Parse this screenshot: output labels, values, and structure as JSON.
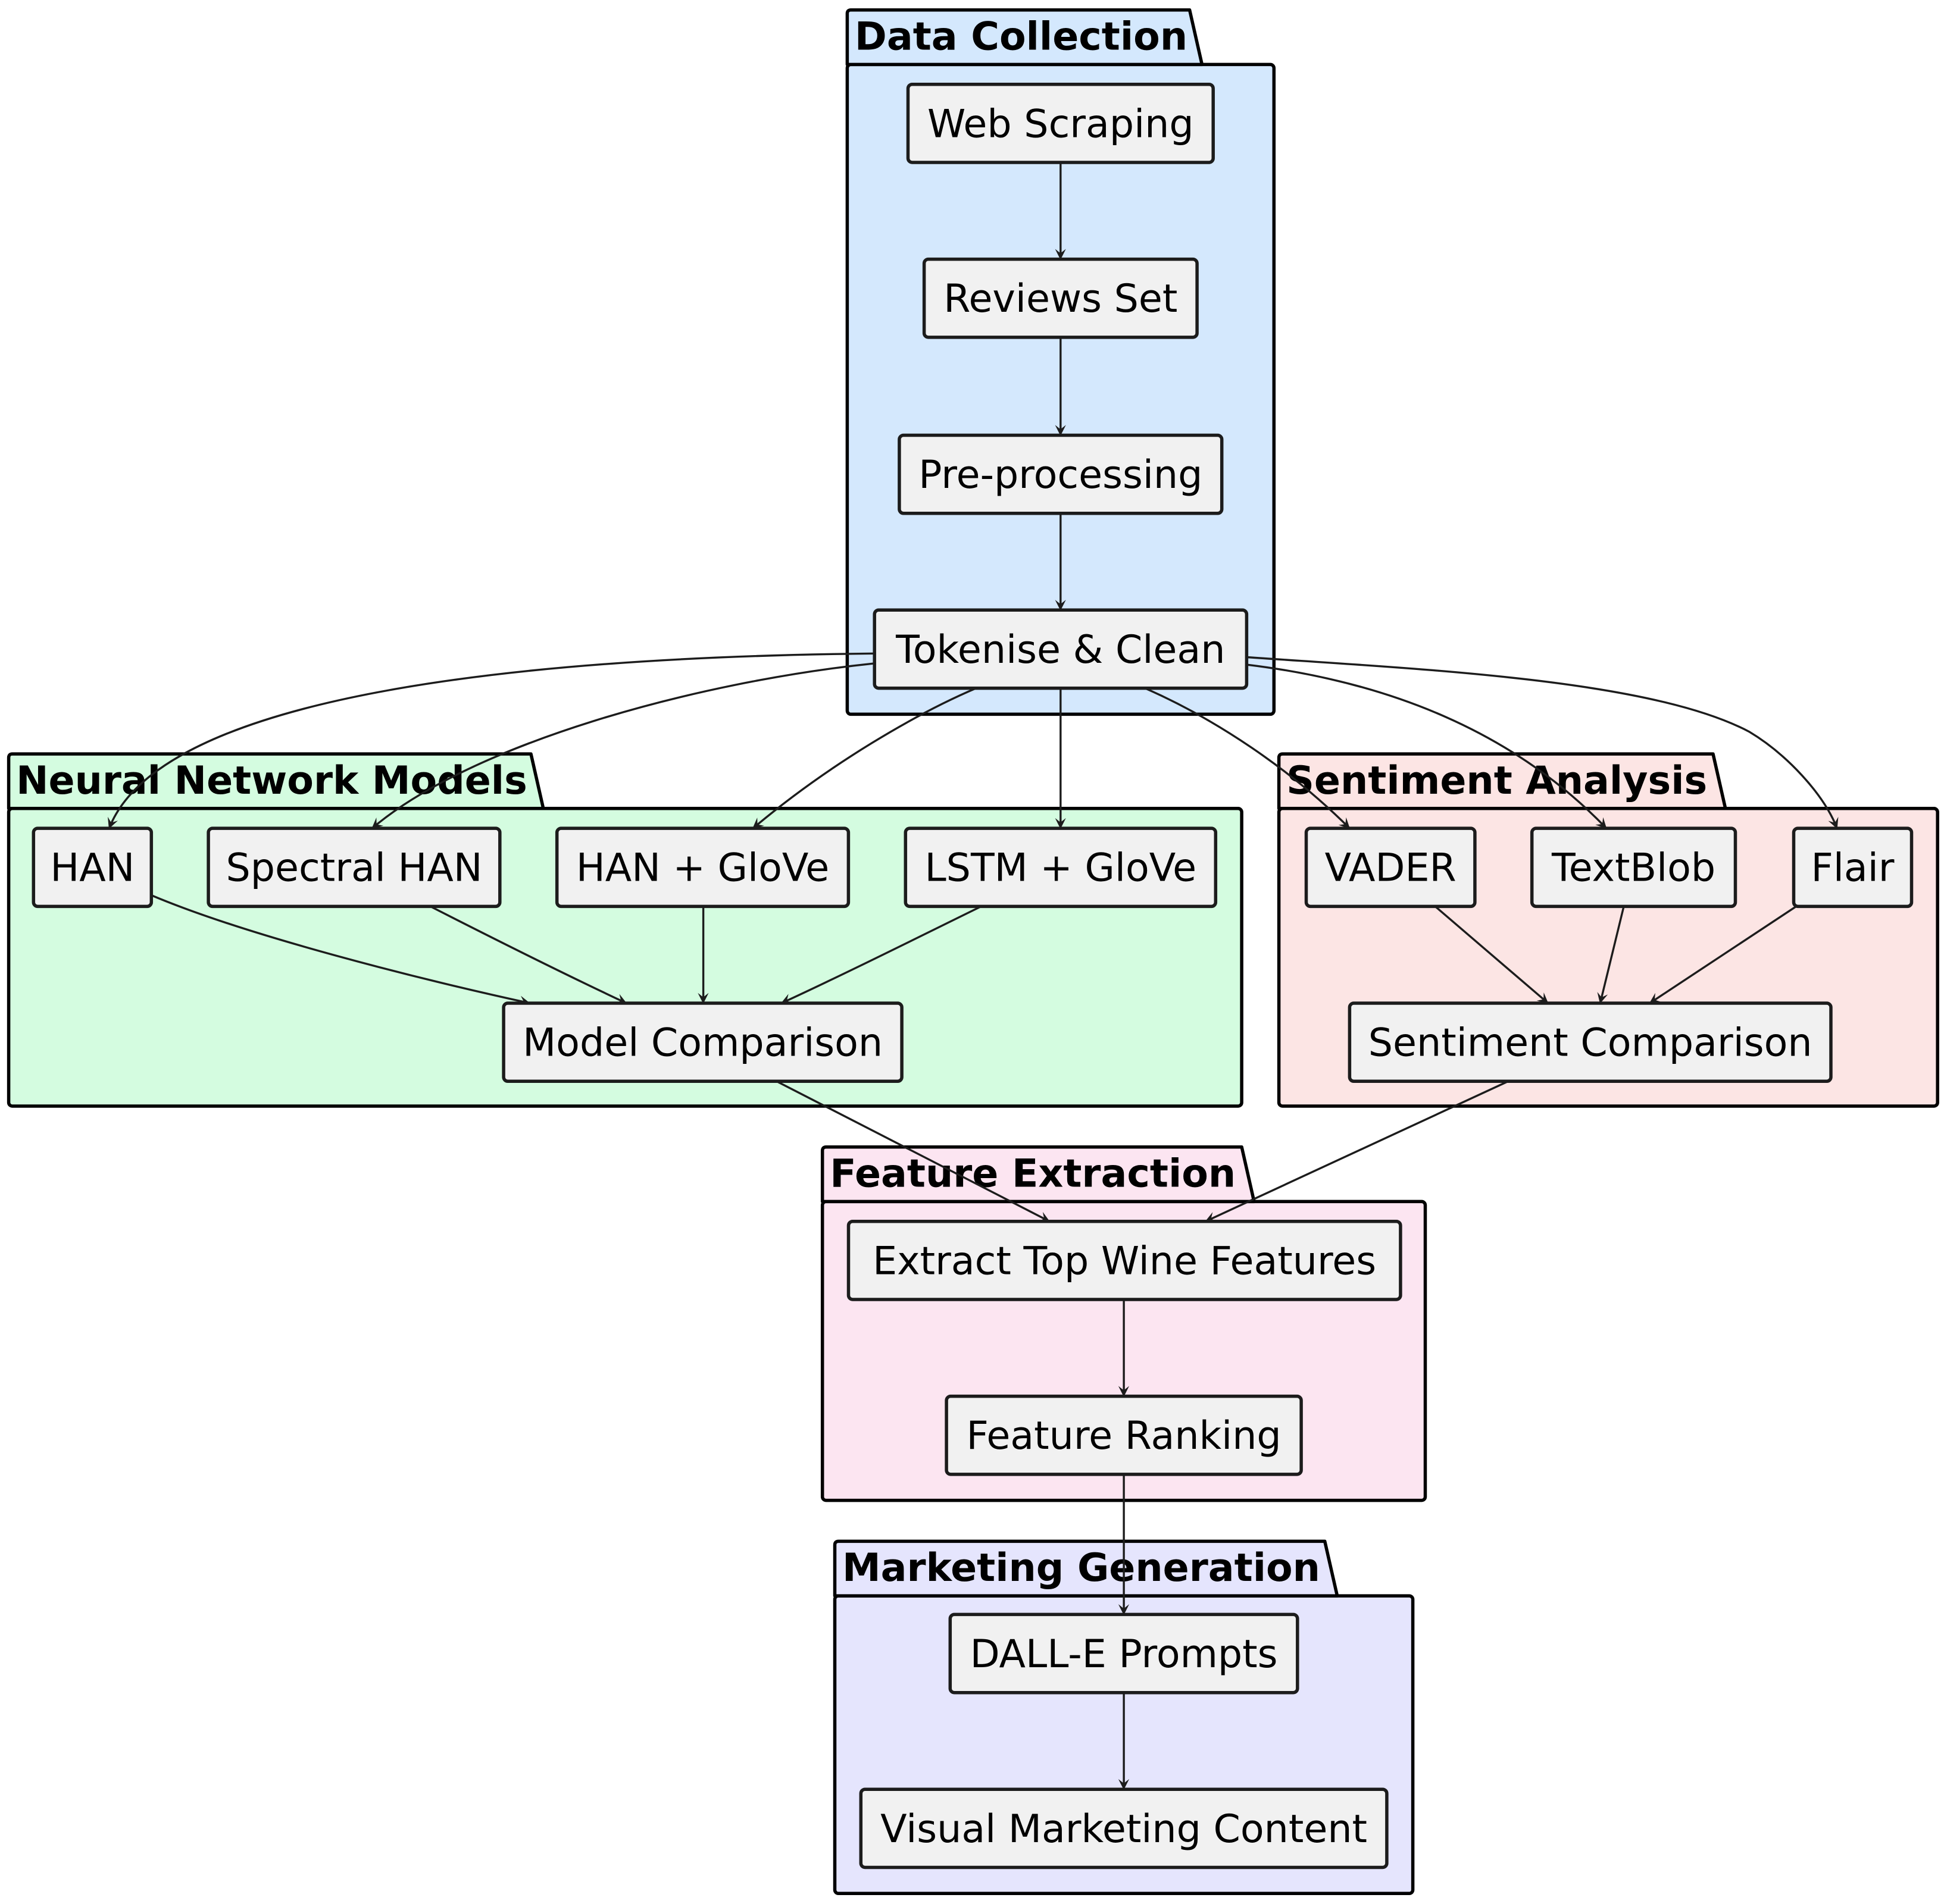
{
  "colors": {
    "data_collection": "#d4e8fd",
    "neural_network": "#d4fce0",
    "sentiment": "#fce5e4",
    "feature_extraction": "#fce5f1",
    "marketing": "#e5e5fd",
    "node_fill": "#f1f1f1",
    "stroke": "#1c1c1c"
  },
  "groups": [
    {
      "id": "data_collection",
      "title": "Data Collection"
    },
    {
      "id": "neural_network",
      "title": "Neural Network Models"
    },
    {
      "id": "sentiment",
      "title": "Sentiment Analysis"
    },
    {
      "id": "feature_extraction",
      "title": "Feature Extraction"
    },
    {
      "id": "marketing",
      "title": "Marketing Generation"
    }
  ],
  "nodes": [
    {
      "id": "web_scraping",
      "label": "Web Scraping"
    },
    {
      "id": "reviews_set",
      "label": "Reviews Set"
    },
    {
      "id": "preprocessing",
      "label": "Pre-processing"
    },
    {
      "id": "tokenise",
      "label": "Tokenise & Clean"
    },
    {
      "id": "han",
      "label": "HAN"
    },
    {
      "id": "spectral_han",
      "label": "Spectral HAN"
    },
    {
      "id": "han_glove",
      "label": "HAN + GloVe"
    },
    {
      "id": "lstm_glove",
      "label": "LSTM + GloVe"
    },
    {
      "id": "model_comparison",
      "label": "Model Comparison"
    },
    {
      "id": "vader",
      "label": "VADER"
    },
    {
      "id": "textblob",
      "label": "TextBlob"
    },
    {
      "id": "flair",
      "label": "Flair"
    },
    {
      "id": "sentiment_comparison",
      "label": "Sentiment Comparison"
    },
    {
      "id": "extract_features",
      "label": "Extract Top Wine Features"
    },
    {
      "id": "feature_ranking",
      "label": "Feature Ranking"
    },
    {
      "id": "dalle_prompts",
      "label": "DALL-E Prompts"
    },
    {
      "id": "visual_content",
      "label": "Visual Marketing Content"
    }
  ],
  "edges": [
    {
      "from": "web_scraping",
      "to": "reviews_set"
    },
    {
      "from": "reviews_set",
      "to": "preprocessing"
    },
    {
      "from": "preprocessing",
      "to": "tokenise"
    },
    {
      "from": "tokenise",
      "to": "han"
    },
    {
      "from": "tokenise",
      "to": "spectral_han"
    },
    {
      "from": "tokenise",
      "to": "han_glove"
    },
    {
      "from": "tokenise",
      "to": "lstm_glove"
    },
    {
      "from": "tokenise",
      "to": "vader"
    },
    {
      "from": "tokenise",
      "to": "textblob"
    },
    {
      "from": "tokenise",
      "to": "flair"
    },
    {
      "from": "han",
      "to": "model_comparison"
    },
    {
      "from": "spectral_han",
      "to": "model_comparison"
    },
    {
      "from": "han_glove",
      "to": "model_comparison"
    },
    {
      "from": "lstm_glove",
      "to": "model_comparison"
    },
    {
      "from": "vader",
      "to": "sentiment_comparison"
    },
    {
      "from": "textblob",
      "to": "sentiment_comparison"
    },
    {
      "from": "flair",
      "to": "sentiment_comparison"
    },
    {
      "from": "model_comparison",
      "to": "extract_features"
    },
    {
      "from": "sentiment_comparison",
      "to": "extract_features"
    },
    {
      "from": "extract_features",
      "to": "feature_ranking"
    },
    {
      "from": "feature_ranking",
      "to": "dalle_prompts"
    },
    {
      "from": "dalle_prompts",
      "to": "visual_content"
    }
  ]
}
